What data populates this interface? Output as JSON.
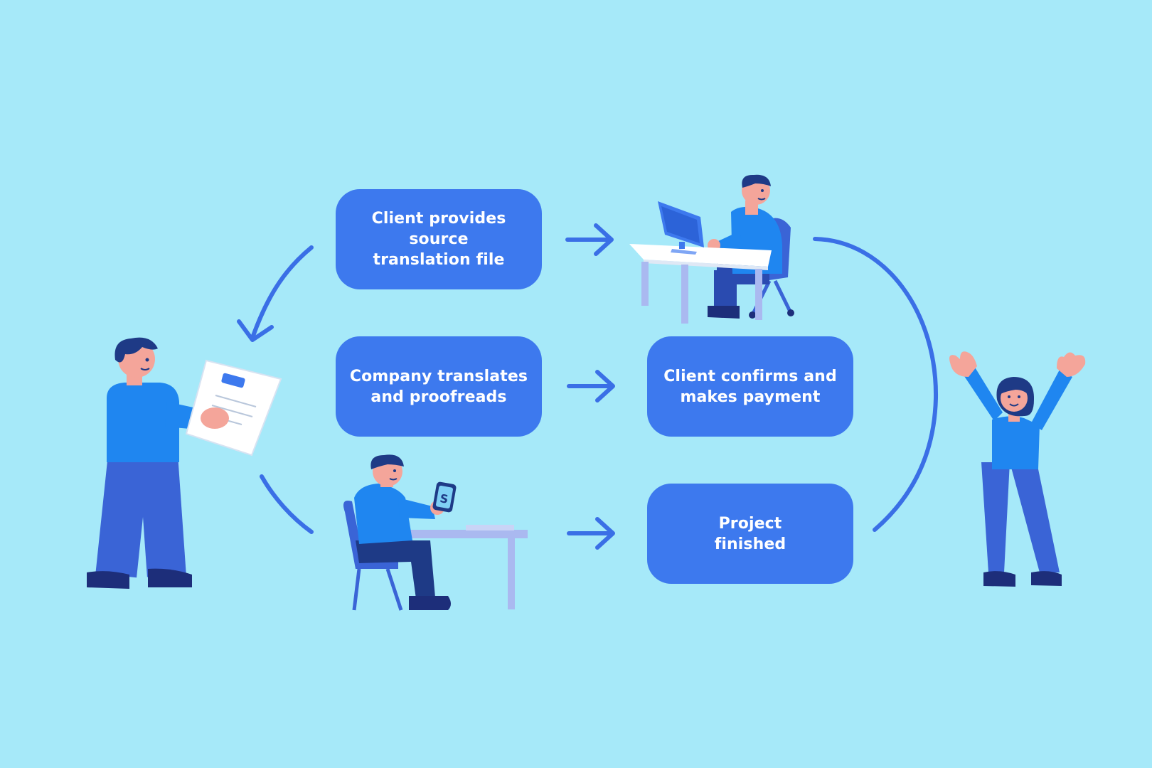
{
  "colors": {
    "background": "#a6e9f9",
    "box": "#3d79ee",
    "box_text": "#ffffff",
    "arrow": "#3a6fe6",
    "shirt": "#1f86f0",
    "pants": "#3a64d6",
    "shoes": "#1d2e7a",
    "hair": "#1e3a86",
    "skin": "#f4a59a"
  },
  "steps": [
    {
      "label": "Client provides source\ntranslation file"
    },
    {
      "label": "Company translates\nand proofreads"
    },
    {
      "label": "Client confirms and\nmakes payment"
    },
    {
      "label": "Project\nfinished"
    }
  ],
  "icons": {
    "phone_symbol": "S"
  }
}
